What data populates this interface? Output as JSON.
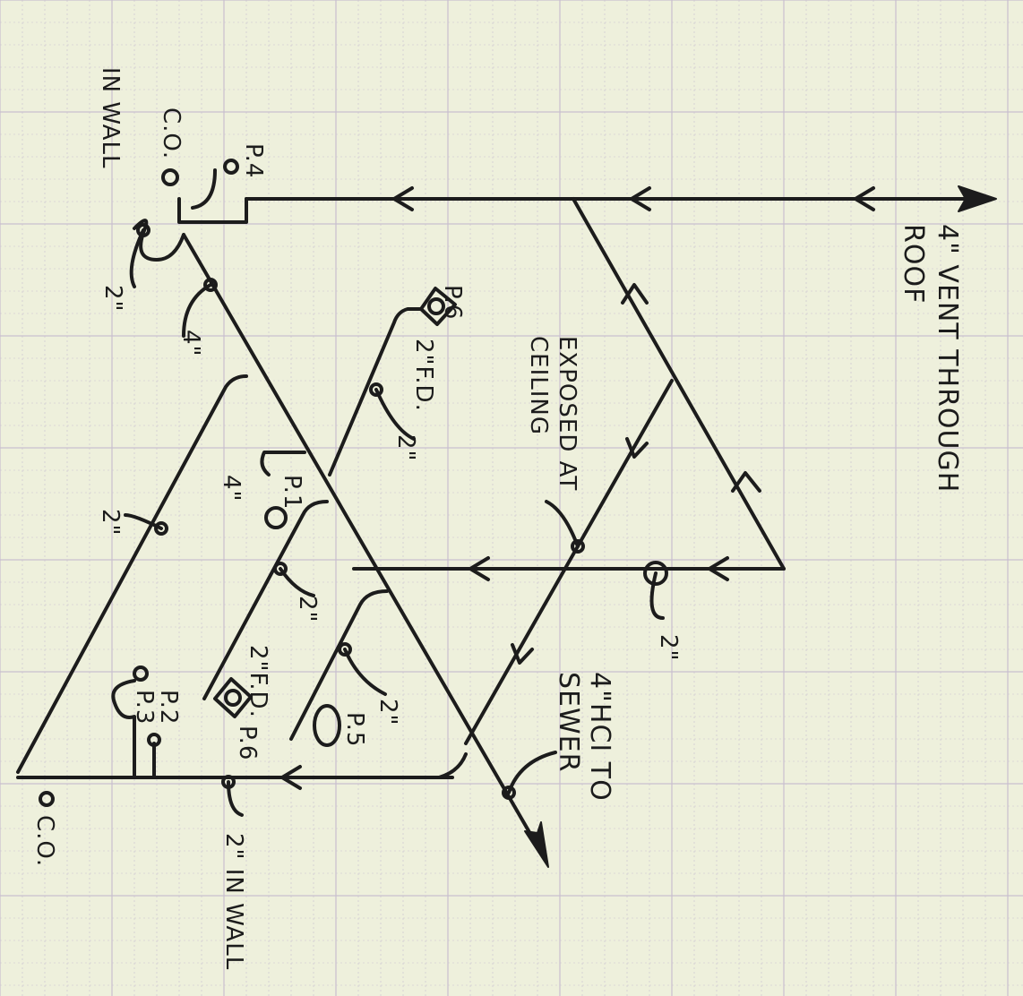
{
  "sheet": {
    "paper_color": "#eef0dc",
    "grid_color": "#c9bfcf",
    "ink_color": "#1c1c1c"
  },
  "labels": {
    "vent_line1": "4\" VENT THROUGH",
    "vent_line2": "ROOF",
    "exposed_line1": "EXPOSED AT",
    "exposed_line2": "CEILING",
    "sewer_line1": "4\"HCI TO",
    "sewer_line2": "SEWER",
    "in_wall_top": "IN WALL",
    "in_wall_bottom": "2\" IN WALL",
    "co_top": "C.O.",
    "co_bottom": "C.O.",
    "p4": "P.4",
    "p6_top": "P.6",
    "p6_fd_top": "2\"F.D.",
    "p1": "P.1",
    "p3": "P.3",
    "p2": "P.2",
    "p6_bottom": "P.6",
    "p6_fd_bottom": "2\"F.D.",
    "p5": "P.5",
    "size_2_a": "2\"",
    "size_4_a": "4\"",
    "size_2_b": "2\"",
    "size_4_b": "4\"",
    "size_2_c": "2\"",
    "size_2_d": "2\"",
    "size_2_e": "2\"",
    "size_2_f": "2\""
  }
}
